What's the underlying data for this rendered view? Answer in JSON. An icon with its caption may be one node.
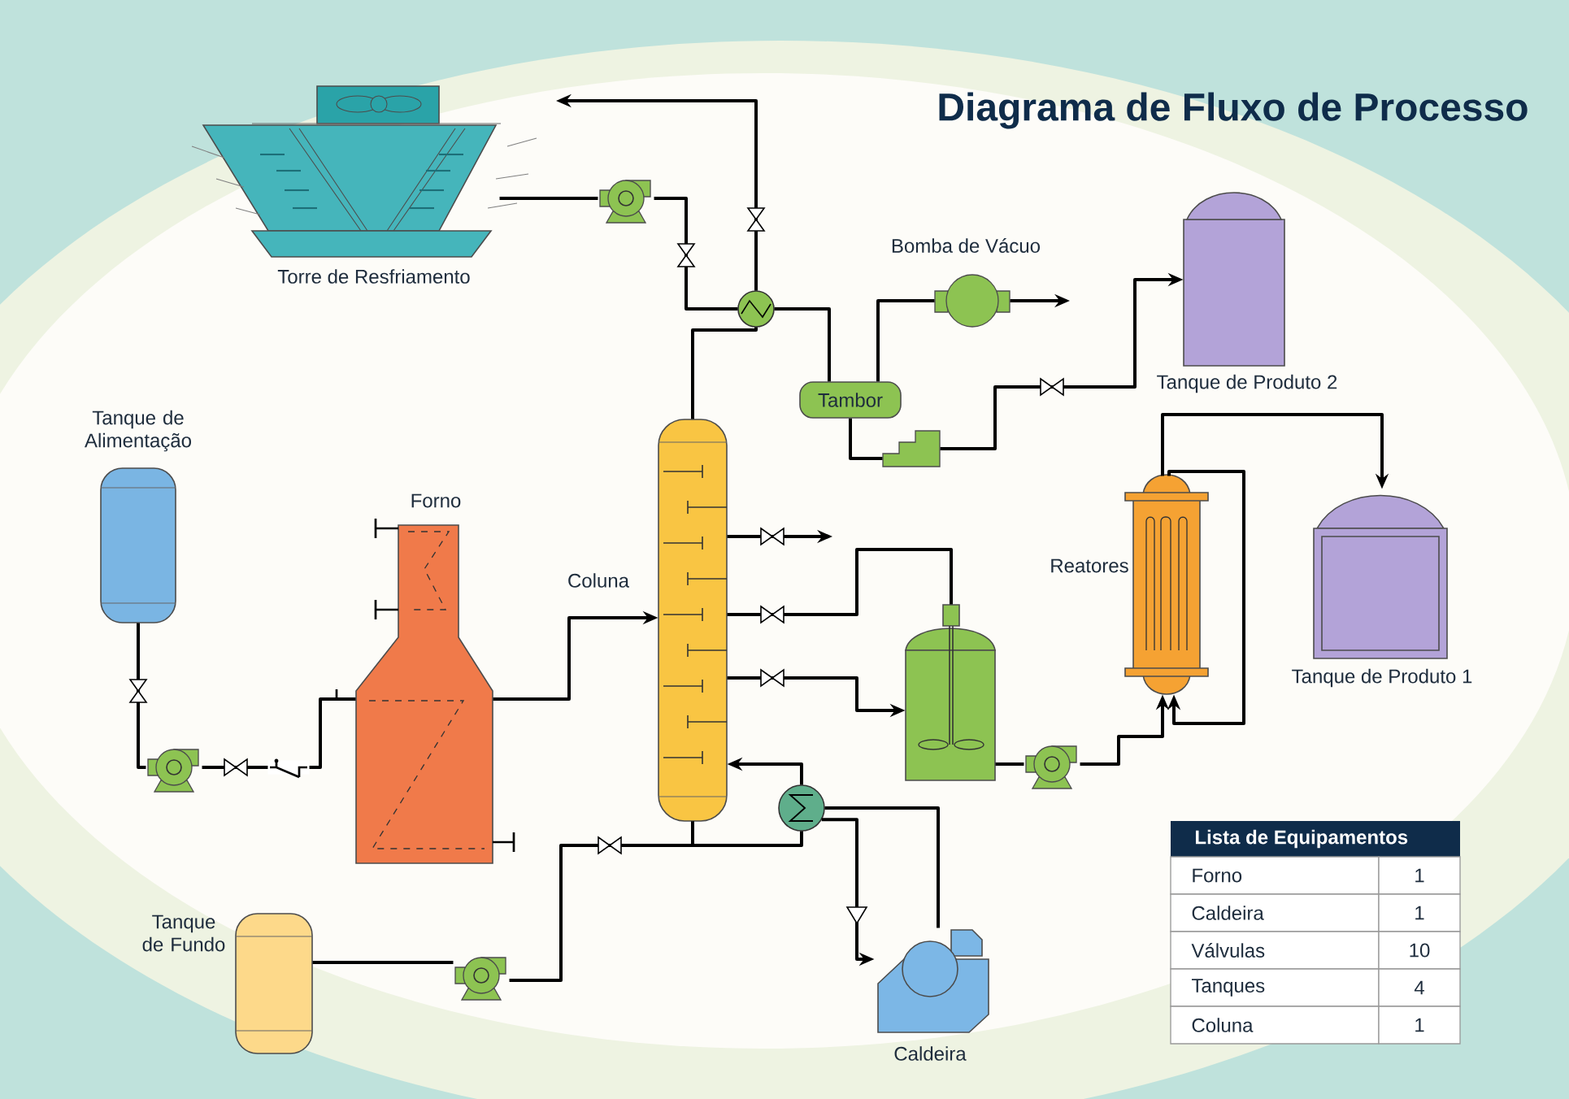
{
  "diagram": {
    "title": "Diagrama de Fluxo de Processo",
    "nodes": [
      {
        "text": [
          "Torre de Resfriamento"
        ]
      },
      {
        "text": [],
        "shape": "picture"
      },
      {
        "text": [],
        "shape": "circle"
      },
      {
        "text": [
          "Tambor"
        ]
      },
      {
        "text": [
          "Bomba de Vácuo"
        ]
      },
      {
        "text": [],
        "shape": "picture"
      },
      {
        "text": [
          "Tanque de Produto 2"
        ]
      },
      {
        "text": [
          "Tanque de Alimentação"
        ]
      },
      {
        "text": [],
        "shape": "picture"
      },
      {
        "text": [
          "Forno"
        ]
      },
      {
        "text": [
          "Coluna"
        ]
      },
      {
        "text": [
          "Reatores"
        ]
      },
      {
        "text": [
          "Tanque de Produto 1"
        ]
      },
      {
        "text": [],
        "shape": "picture"
      },
      {
        "text": [],
        "shape": "picture"
      },
      {
        "text": [],
        "shape": "circle"
      },
      {
        "text": [
          "Caldeira"
        ]
      },
      {
        "text": [
          "Tanque de Fundo"
        ]
      },
      {
        "text": [],
        "shape": "picture"
      }
    ],
    "edges": [
      {
        "from": 0,
        "to": 1,
        "arrow": "none"
      },
      {
        "from": 1,
        "to": 2,
        "arrow": "none"
      },
      {
        "from": 2,
        "to": null,
        "arrow": "to"
      },
      {
        "from": 10,
        "to": 2,
        "arrow": "none"
      },
      {
        "from": 2,
        "to": 3,
        "arrow": "none"
      },
      {
        "from": 3,
        "to": 4,
        "arrow": "none"
      },
      {
        "from": 4,
        "to": null,
        "arrow": "to"
      },
      {
        "from": 3,
        "to": 5,
        "arrow": "none"
      },
      {
        "from": 5,
        "to": 6,
        "arrow": "to"
      },
      {
        "from": 7,
        "to": 8,
        "arrow": "none"
      },
      {
        "from": 8,
        "to": 9,
        "arrow": "none"
      },
      {
        "from": 9,
        "to": 10,
        "arrow": "to"
      },
      {
        "from": 10,
        "to": null,
        "arrow": "to"
      },
      {
        "from": 10,
        "to": 13,
        "arrow": "none"
      },
      {
        "from": 10,
        "to": 13,
        "arrow": "to"
      },
      {
        "from": 13,
        "to": 14,
        "arrow": "none"
      },
      {
        "from": 14,
        "to": 11,
        "arrow": "to"
      },
      {
        "from": 11,
        "to": 12,
        "arrow": "to"
      },
      {
        "from": 11,
        "to": 11,
        "arrow": "to"
      },
      {
        "from": 10,
        "to": 15,
        "arrow": "none"
      },
      {
        "from": 15,
        "to": 10,
        "arrow": "to"
      },
      {
        "from": 15,
        "to": 16,
        "arrow": "none"
      },
      {
        "from": 15,
        "to": 16,
        "arrow": "to"
      },
      {
        "from": 18,
        "to": 10,
        "arrow": "none"
      },
      {
        "from": 17,
        "to": 18,
        "arrow": "none"
      }
    ],
    "labels": [
      "Lista de Equipamentos",
      "Forno",
      "1",
      "Caldeira",
      "1",
      "Válvulas",
      "10",
      "Tanques",
      "4",
      "Coluna",
      "1"
    ]
  }
}
